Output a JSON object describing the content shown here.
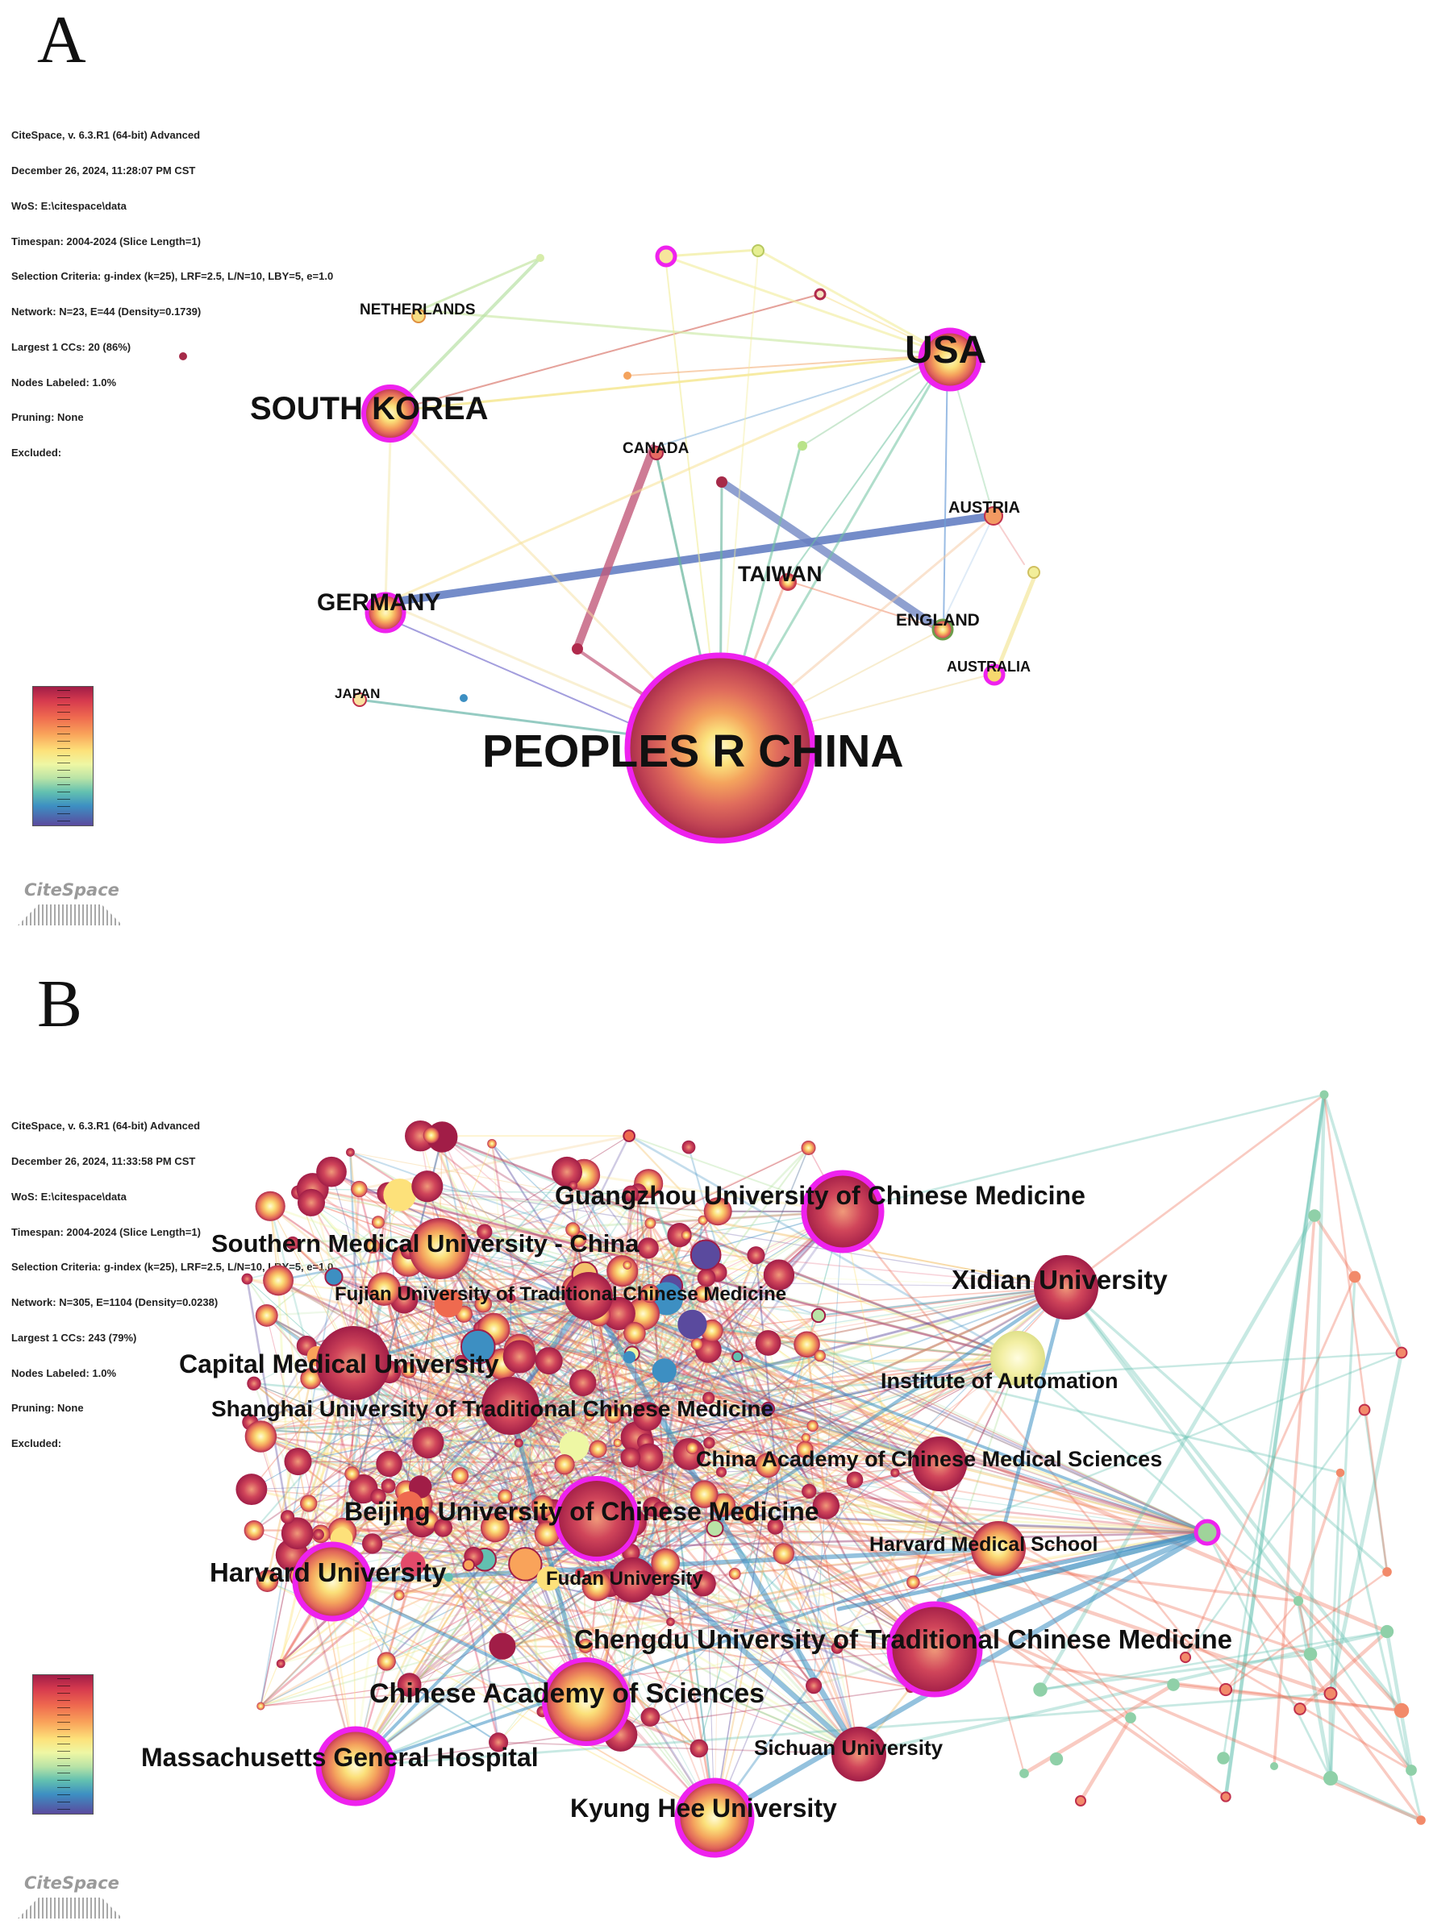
{
  "panel_a": {
    "letter": "A",
    "meta_lines": [
      "CiteSpace, v. 6.3.R1 (64-bit) Advanced",
      "December 26, 2024, 11:28:07 PM CST",
      "WoS: E:\\citespace\\data",
      "Timespan: 2004-2024 (Slice Length=1)",
      "Selection Criteria: g-index (k=25), LRF=2.5, L/N=10, LBY=5, e=1.0",
      "Network: N=23, E=44 (Density=0.1739)",
      "Largest 1 CCs: 20 (86%)",
      "Nodes Labeled: 1.0%",
      "Pruning: None",
      "Excluded:"
    ],
    "labels": {
      "china": "PEOPLES R CHINA",
      "usa": "USA",
      "south_korea": "SOUTH KOREA",
      "germany": "GERMANY",
      "taiwan": "TAIWAN",
      "netherlands": "NETHERLANDS",
      "canada": "CANADA",
      "austria": "AUSTRIA",
      "england": "ENGLAND",
      "australia": "AUSTRALIA",
      "japan": "JAPAN"
    },
    "logo": "CiteSpace"
  },
  "panel_b": {
    "letter": "B",
    "meta_lines": [
      "CiteSpace, v. 6.3.R1 (64-bit) Advanced",
      "December 26, 2024, 11:33:58 PM CST",
      "WoS: E:\\citespace\\data",
      "Timespan: 2004-2024 (Slice Length=1)",
      "Selection Criteria: g-index (k=25), LRF=2.5, L/N=10, LBY=5, e=1.0",
      "Network: N=305, E=1104 (Density=0.0238)",
      "Largest 1 CCs: 243 (79%)",
      "Nodes Labeled: 1.0%",
      "Pruning: None",
      "Excluded:"
    ],
    "labels": {
      "guangzhou": "Guangzhou University of Chinese Medicine",
      "southern": "Southern Medical University - China",
      "xidian": "Xidian University",
      "fujian": "Fujian University of Traditional Chinese Medicine",
      "capital": "Capital Medical University",
      "automation": "Institute of Automation",
      "shanghai": "Shanghai University of Traditional Chinese Medicine",
      "cacms": "China Academy of Chinese Medical Sciences",
      "beijing": "Beijing University of Chinese Medicine",
      "harvard_med": "Harvard Medical School",
      "harvard": "Harvard University",
      "fudan": "Fudan University",
      "chengdu": "Chengdu University of Traditional Chinese Medicine",
      "cas": "Chinese Academy of Sciences",
      "sichuan": "Sichuan University",
      "mgh": "Massachusetts General Hospital",
      "kyung_hee": "Kyung Hee University"
    },
    "logo": "CiteSpace"
  },
  "colors": {
    "centrality_ring": "#ee22ee",
    "gradient_dark": "#a11d47",
    "gradient_light": "#fde17a",
    "gradient_cool": "#5a4a9e"
  }
}
